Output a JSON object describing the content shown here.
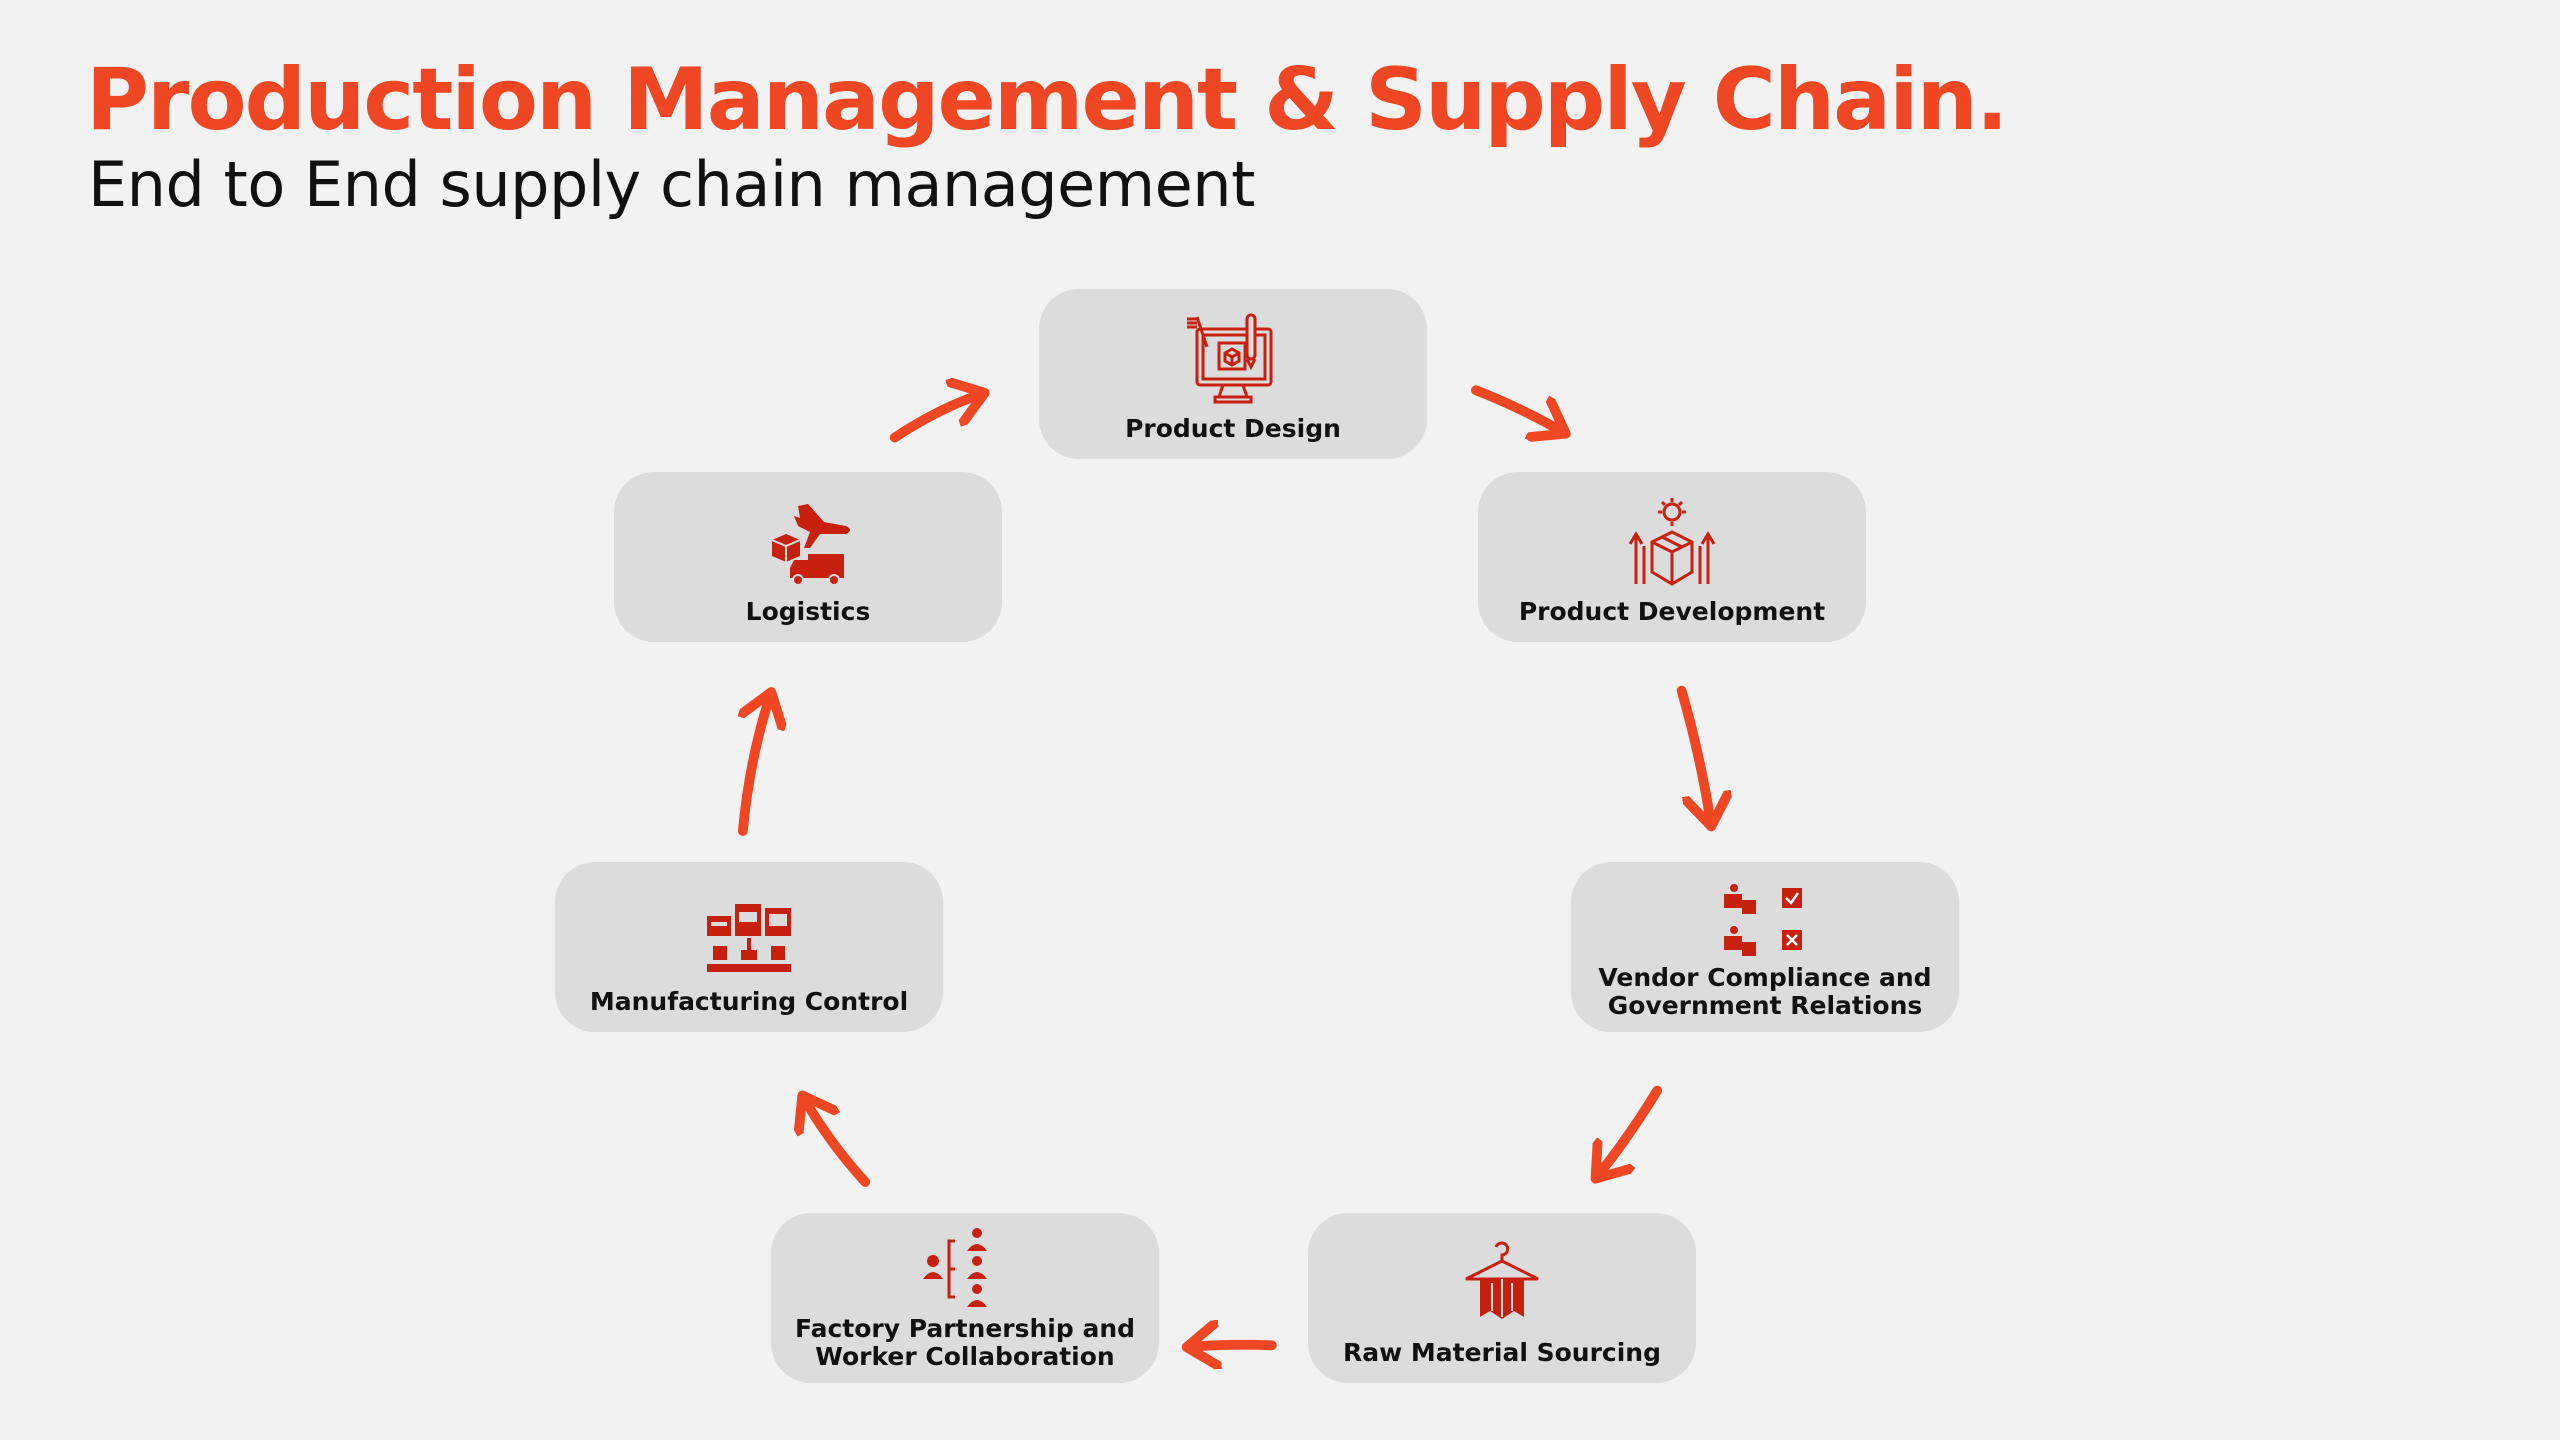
{
  "header": {
    "title": "Production Management & Supply Chain.",
    "subtitle": "End to End supply chain management"
  },
  "colors": {
    "accent": "#ef4623",
    "icon": "#c8200e",
    "node_bg": "#dcdcdc",
    "page_bg": "#f2f2f2"
  },
  "nodes": [
    {
      "label": "Product Design",
      "icon": "monitor-design-icon"
    },
    {
      "label": "Product Development",
      "icon": "box-development-icon"
    },
    {
      "label": "Vendor Compliance and\nGovernment Relations",
      "icon": "vendor-compliance-icon"
    },
    {
      "label": "Raw Material Sourcing",
      "icon": "hanger-fabric-icon"
    },
    {
      "label": "Factory Partnership and\nWorker Collaboration",
      "icon": "team-structure-icon"
    },
    {
      "label": "Manufacturing Control",
      "icon": "factory-control-icon"
    },
    {
      "label": "Logistics",
      "icon": "plane-truck-box-icon"
    }
  ]
}
